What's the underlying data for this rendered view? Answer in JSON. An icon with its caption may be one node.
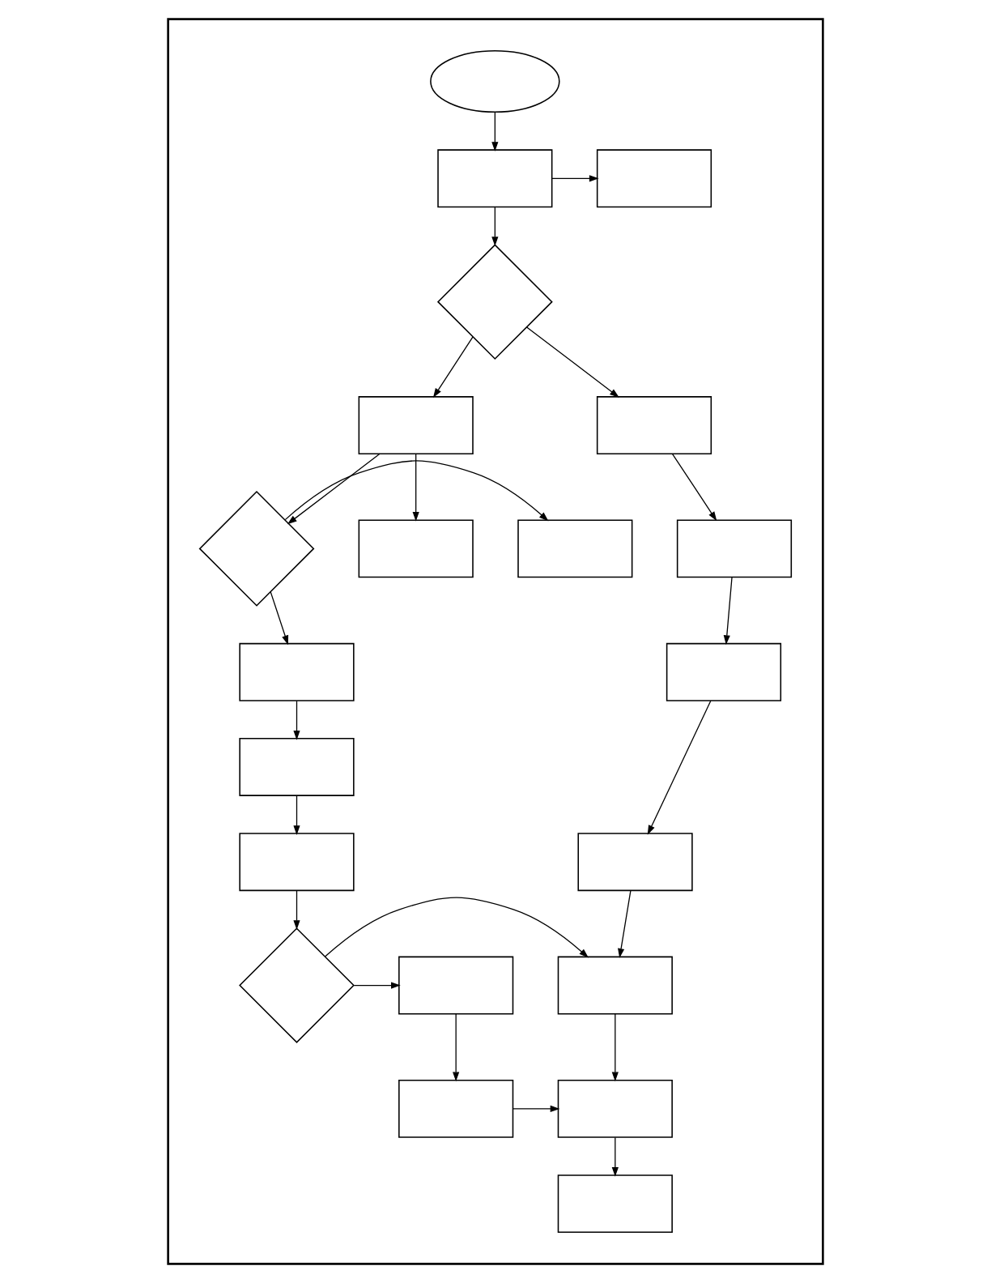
{
  "diagram": {
    "nodes": [
      {
        "text": [],
        "shape": "box"
      },
      {
        "text": [],
        "shape": "ellipse",
        "in": 0
      },
      {
        "text": [],
        "shape": "box",
        "in": 0
      },
      {
        "text": [],
        "shape": "box",
        "in": 0
      },
      {
        "text": [],
        "shape": "diamond",
        "in": 0
      },
      {
        "text": [],
        "shape": "box",
        "in": 0
      },
      {
        "text": [],
        "shape": "box",
        "in": 0
      },
      {
        "text": [],
        "shape": "box",
        "in": 0
      },
      {
        "text": [],
        "shape": "box",
        "in": 0
      },
      {
        "text": [],
        "shape": "box",
        "in": 0
      },
      {
        "text": [],
        "shape": "box",
        "in": 0
      },
      {
        "text": [],
        "shape": "diamond",
        "in": 0
      },
      {
        "text": [],
        "shape": "box",
        "in": 0
      },
      {
        "text": [],
        "shape": "box",
        "in": 0
      },
      {
        "text": [],
        "shape": "box",
        "in": 0
      },
      {
        "text": [],
        "shape": "box",
        "in": 0
      },
      {
        "text": [],
        "shape": "diamond",
        "in": 0
      },
      {
        "text": [],
        "shape": "box",
        "in": 0
      },
      {
        "text": [],
        "shape": "box",
        "in": 0
      },
      {
        "text": [],
        "shape": "box",
        "in": 0
      },
      {
        "text": [],
        "shape": "box",
        "in": 0
      },
      {
        "text": [],
        "shape": "box",
        "in": 0
      }
    ],
    "edges": [
      {
        "from": 1,
        "to": 2,
        "arrow": "to"
      },
      {
        "from": 2,
        "to": 3,
        "arrow": "to"
      },
      {
        "from": 2,
        "to": 4,
        "arrow": "to"
      },
      {
        "from": 4,
        "to": 9,
        "arrow": "to"
      },
      {
        "from": 4,
        "to": 5,
        "arrow": "to"
      },
      {
        "from": 5,
        "to": 6,
        "arrow": "to"
      },
      {
        "from": 6,
        "to": 7,
        "arrow": "to"
      },
      {
        "from": 7,
        "to": 8,
        "arrow": "to"
      },
      {
        "from": 8,
        "to": 18,
        "arrow": "to"
      },
      {
        "from": 9,
        "to": 10,
        "arrow": "to"
      },
      {
        "from": 9,
        "to": 11,
        "arrow": "to"
      },
      {
        "from": 11,
        "to": 12,
        "arrow": "to"
      },
      {
        "from": 11,
        "to": 13,
        "arrow": "to"
      },
      {
        "from": 13,
        "to": 14,
        "arrow": "to"
      },
      {
        "from": 14,
        "to": 15,
        "arrow": "to"
      },
      {
        "from": 15,
        "to": 16,
        "arrow": "to"
      },
      {
        "from": 16,
        "to": 18,
        "arrow": "to"
      },
      {
        "from": 16,
        "to": 17,
        "arrow": "to"
      },
      {
        "from": 17,
        "to": 19,
        "arrow": "to"
      },
      {
        "from": 18,
        "to": 20,
        "arrow": "to"
      },
      {
        "from": 19,
        "to": 20,
        "arrow": "to"
      },
      {
        "from": 20,
        "to": 21,
        "arrow": "to"
      }
    ]
  }
}
